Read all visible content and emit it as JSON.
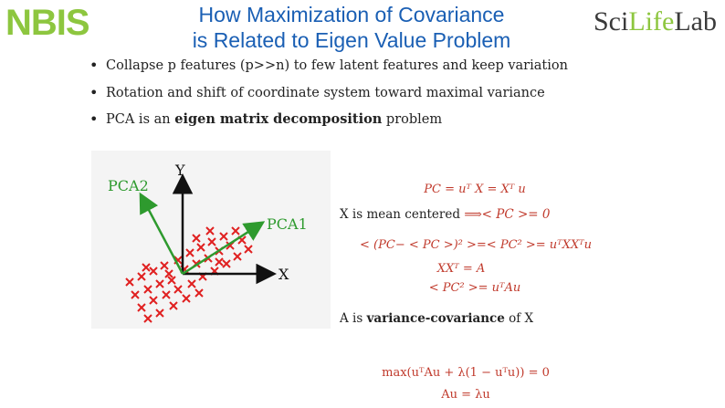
{
  "logos": {
    "nbis_text": "NBIS",
    "scilife_text_a": "Sci",
    "scilife_text_b": "Life",
    "scilife_text_c": "Lab"
  },
  "title_line1": "How Maximization of Covariance",
  "title_line2": "is Related to Eigen Value Problem",
  "bullets": [
    {
      "text": "Collapse p features (p>>n) to few latent features and keep variation"
    },
    {
      "text": "Rotation and shift of coordinate system toward maximal variance"
    },
    {
      "pre": "PCA is an ",
      "bold": "eigen matrix decomposition",
      "post": " problem"
    }
  ],
  "figure": {
    "y_label": "Y",
    "x_label": "X",
    "pca1_label": "PCA1",
    "pca2_label": "PCA2",
    "axis_color": "#111111",
    "pca_color": "#2e9a2e",
    "point_color": "#e02020"
  },
  "equations": {
    "eq1": "PC = uᵀ X = Xᵀ u",
    "mean_text": "X is mean centered",
    "mean_arrow": "⟹< PC >= 0",
    "eq3": "< (PC− < PC >)² >=< PC² >= uᵀXXᵀu",
    "eq4": "XXᵀ = A",
    "eq5": "< PC² >= uᵀAu",
    "a_is_pre": "A is ",
    "a_is_bold": "variance-covariance",
    "a_is_post": " of X",
    "eq6": "max(uᵀAu + λ(1 − uᵀu)) = 0",
    "eq7": "Au = λu"
  }
}
